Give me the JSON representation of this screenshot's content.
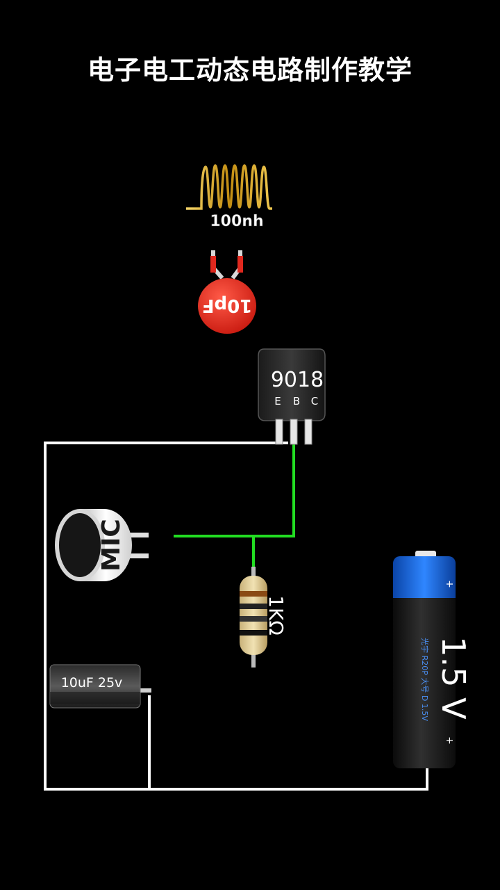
{
  "title": "电子电工动态电路制作教学",
  "components": {
    "inductor": {
      "label": "100nh"
    },
    "capacitor_small": {
      "label": "10pF"
    },
    "transistor": {
      "model": "9018",
      "pins": [
        "E",
        "B",
        "C"
      ]
    },
    "microphone": {
      "label": "MIC"
    },
    "resistor": {
      "label": "1KΩ"
    },
    "electrolytic": {
      "label": "10uF 25v"
    },
    "battery": {
      "label": "1.5 V",
      "small_text": "光宇 R20P 大号 D 1.5V"
    }
  },
  "colors": {
    "background": "#000000",
    "wire_main": "#ffffff",
    "wire_signal": "#22dd22",
    "inductor": "#c9a227",
    "ceramic_cap": "#e0281e",
    "battery_cap": "#1a73e8"
  }
}
